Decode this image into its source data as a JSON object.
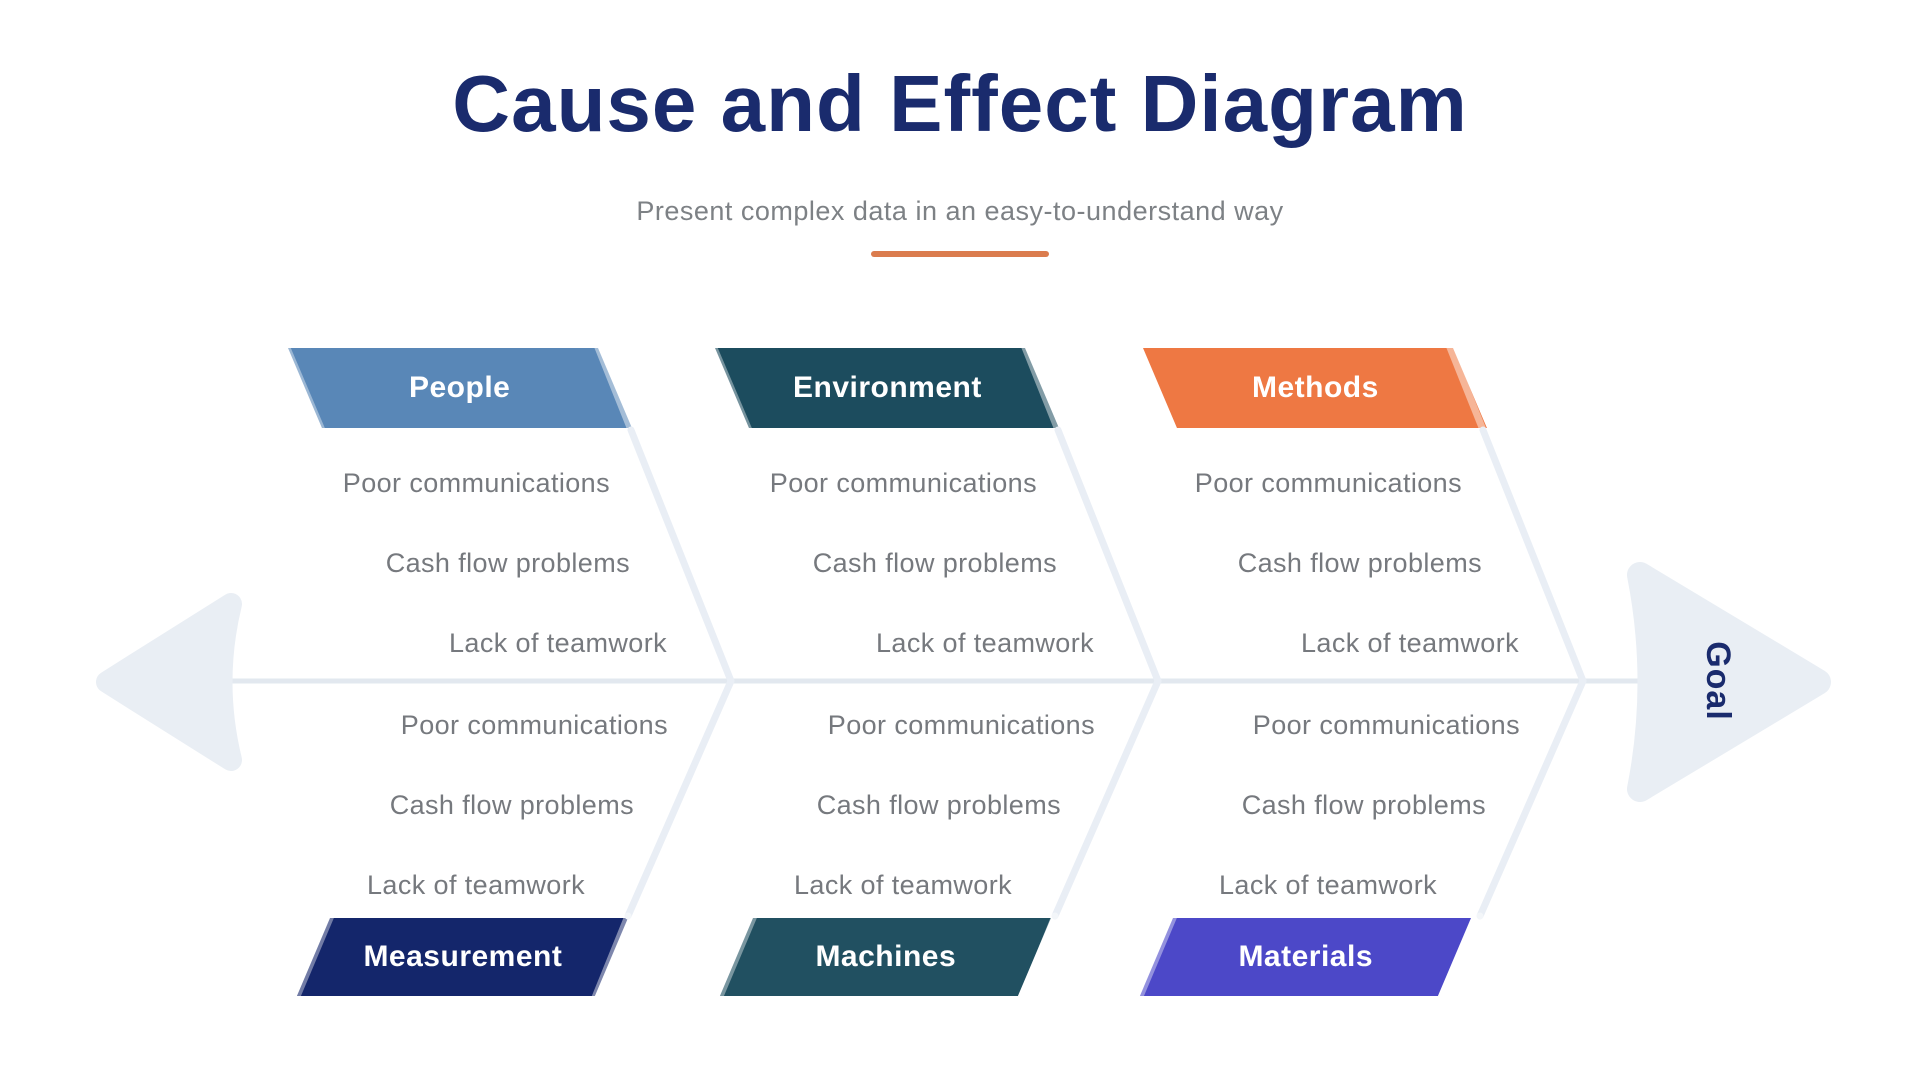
{
  "title": "Cause and Effect Diagram",
  "subtitle": "Present complex data in an easy-to-understand way",
  "goal": {
    "label": "Goal"
  },
  "colors": {
    "title": "#1A2B6D",
    "subtitle": "#7D8185",
    "divider": "#DB7C4E",
    "item_text": "#76797E",
    "spine": "#E2E8EF",
    "arrow": "#E9EEF4",
    "goal_text": "#1A2B6D"
  },
  "categories": [
    {
      "label": "People",
      "color": "#5987B7",
      "side": "top",
      "items": [
        "Poor communications",
        "Cash flow problems",
        "Lack of teamwork"
      ]
    },
    {
      "label": "Environment",
      "color": "#1C4C5E",
      "side": "top",
      "items": [
        "Poor communications",
        "Cash flow problems",
        "Lack of teamwork"
      ]
    },
    {
      "label": "Methods",
      "color": "#EE7843",
      "side": "top",
      "items": [
        "Poor communications",
        "Cash flow problems",
        "Lack of teamwork"
      ]
    },
    {
      "label": "Measurement",
      "color": "#14266B",
      "side": "bottom",
      "items": [
        "Poor communications",
        "Cash flow problems",
        "Lack of teamwork"
      ]
    },
    {
      "label": "Machines",
      "color": "#215061",
      "side": "bottom",
      "items": [
        "Poor communications",
        "Cash flow problems",
        "Lack of teamwork"
      ]
    },
    {
      "label": "Materials",
      "color": "#4C48C8",
      "side": "bottom",
      "items": [
        "Poor communications",
        "Cash flow problems",
        "Lack of teamwork"
      ]
    }
  ]
}
